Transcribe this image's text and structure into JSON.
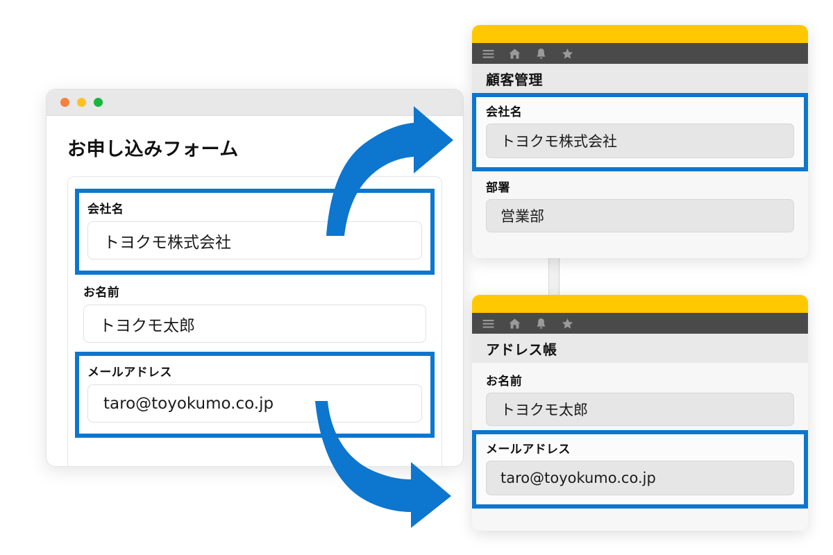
{
  "accent": {
    "highlight_blue": "#0d76ce",
    "arrow_blue": "#0d76ce",
    "brand_yellow": "#ffc800",
    "nav_dark": "#4a4a4a"
  },
  "left_window": {
    "window_controls": [
      {
        "name": "close",
        "color": "#f4813f"
      },
      {
        "name": "minimize",
        "color": "#fcc224"
      },
      {
        "name": "maximize",
        "color": "#14b83c"
      }
    ],
    "title": "お申し込みフォーム",
    "fields": [
      {
        "label": "会社名",
        "value": "トヨクモ株式会社",
        "highlighted": true
      },
      {
        "label": "お名前",
        "value": "トヨクモ太郎",
        "highlighted": false
      },
      {
        "label": "メールアドレス",
        "value": "taro@toyokumo.co.jp",
        "highlighted": true
      }
    ]
  },
  "panels": [
    {
      "title": "顧客管理",
      "nav_icons": [
        "menu-icon",
        "home-icon",
        "bell-icon",
        "star-icon"
      ],
      "fields": [
        {
          "label": "会社名",
          "value": "トヨクモ株式会社",
          "highlighted": true
        },
        {
          "label": "部署",
          "value": "営業部",
          "highlighted": false
        }
      ]
    },
    {
      "title": "アドレス帳",
      "nav_icons": [
        "menu-icon",
        "home-icon",
        "bell-icon",
        "star-icon"
      ],
      "fields": [
        {
          "label": "お名前",
          "value": "トヨクモ太郎",
          "highlighted": false
        },
        {
          "label": "メールアドレス",
          "value": "taro@toyokumo.co.jp",
          "highlighted": true
        }
      ]
    }
  ],
  "arrows": [
    {
      "name": "arrow-company-to-customer",
      "direction": "right-up"
    },
    {
      "name": "arrow-email-to-addressbook",
      "direction": "right-down"
    }
  ]
}
